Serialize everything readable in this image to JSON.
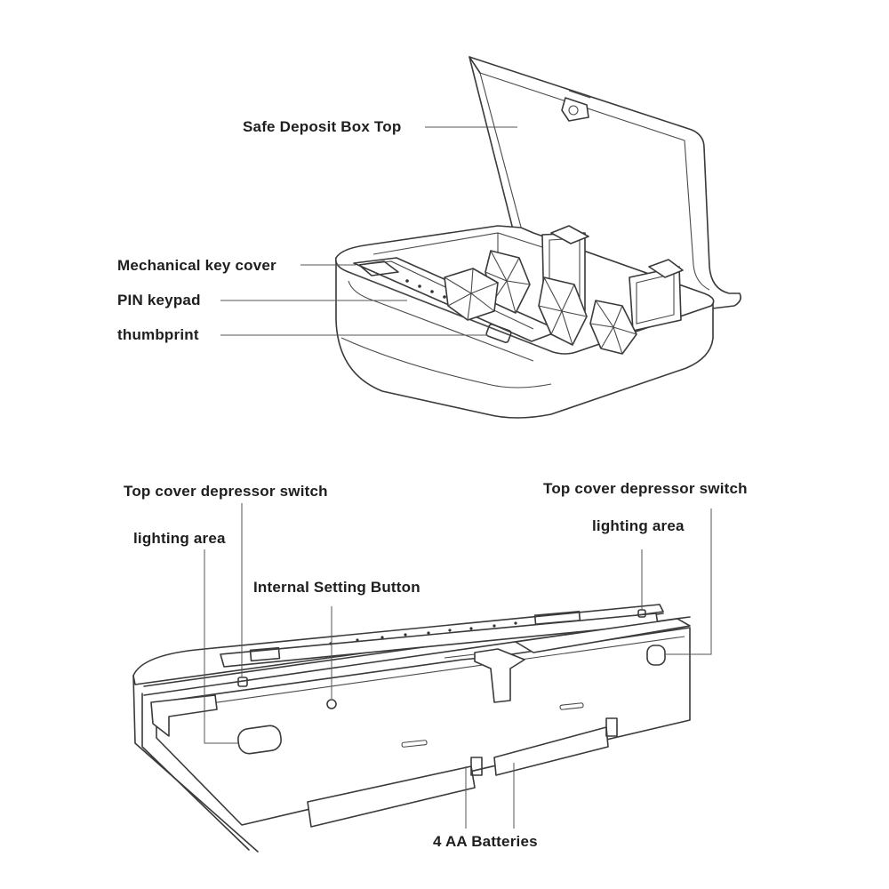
{
  "top_view": {
    "labels": {
      "box_top": "Safe Deposit Box Top",
      "key_cover": "Mechanical key cover",
      "pin_keypad": "PIN keypad",
      "thumbprint": "thumbprint"
    }
  },
  "bottom_view": {
    "labels": {
      "switch_left": "Top cover depressor switch",
      "lighting_left": "lighting area",
      "internal_button": "Internal Setting Button",
      "switch_right": "Top cover depressor switch",
      "lighting_right": "lighting area",
      "batteries": "4 AA Batteries"
    }
  }
}
